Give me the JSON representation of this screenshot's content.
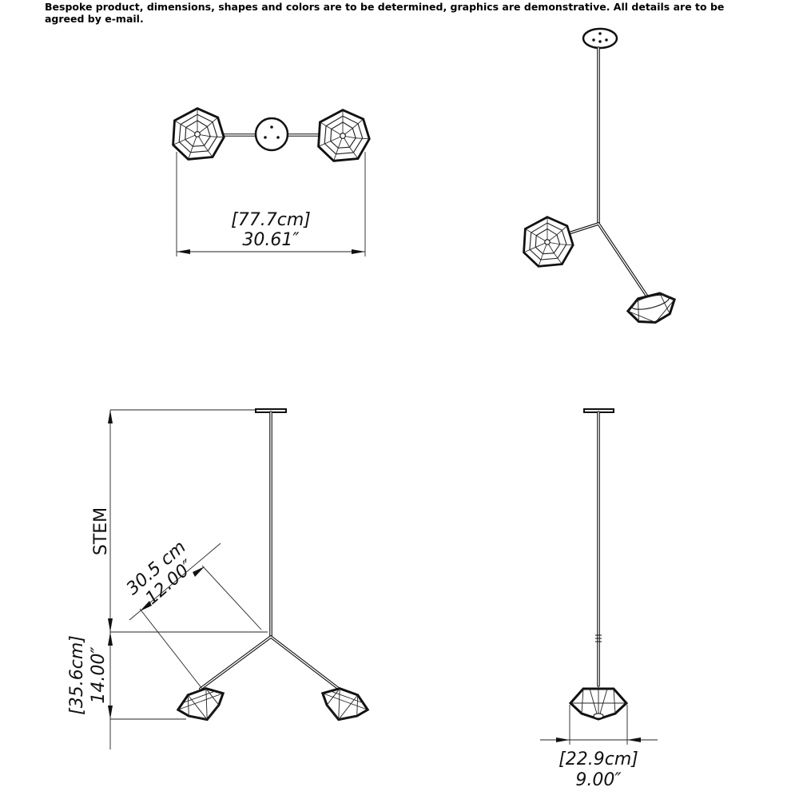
{
  "header": {
    "text": "Bespoke product, dimensions, shapes and colors are to be determined, graphics are demonstrative. All details are to be agreed by e-mail."
  },
  "top_view": {
    "width_metric": "[77.7cm]",
    "width_imperial": "30.61″"
  },
  "front_view": {
    "stem_label": "STEM",
    "arm_metric": "30.5 cm",
    "arm_imperial": "12.00″",
    "drop_metric": "[35.6cm]",
    "drop_imperial": "14.00″"
  },
  "side_view": {
    "shade_metric": "[22.9cm]",
    "shade_imperial": "9.00″"
  }
}
